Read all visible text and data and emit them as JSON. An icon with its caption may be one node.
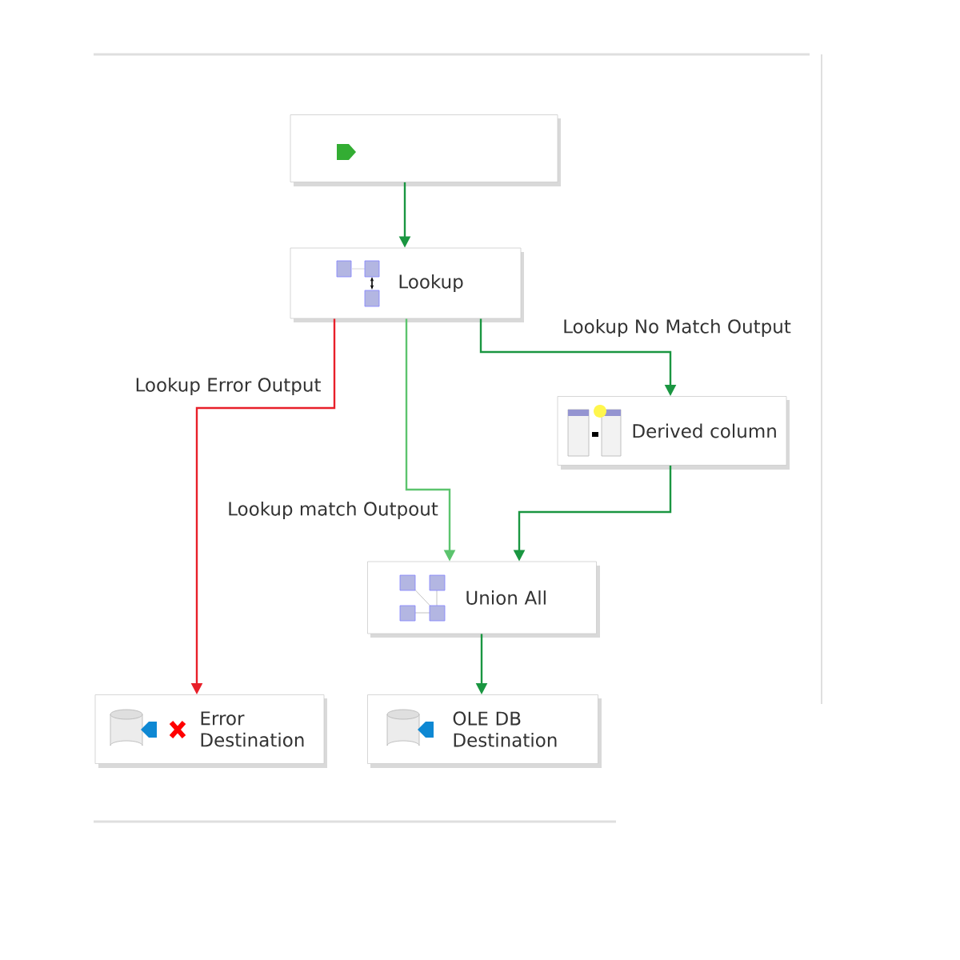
{
  "diagram": {
    "nodes": [
      {
        "text": [],
        "shape": "box"
      },
      {
        "text": [
          "Lookup"
        ]
      },
      {
        "text": [
          "Derived column"
        ]
      },
      {
        "text": [
          "Union All"
        ]
      },
      {
        "text": [
          "Error Destination"
        ]
      },
      {
        "text": [
          "OLE DB Destination"
        ]
      }
    ],
    "edges": [
      {
        "from": 0,
        "to": 1,
        "arrow": "to"
      },
      {
        "from": 1,
        "to": 4,
        "arrow": "to",
        "label": "Lookup Error Output",
        "color": "#e8202a"
      },
      {
        "from": 1,
        "to": 3,
        "arrow": "to",
        "label": "Lookup match Outpout",
        "color": "#5cc46e"
      },
      {
        "from": 1,
        "to": 2,
        "arrow": "to",
        "label": "Lookup No Match Output"
      },
      {
        "from": 2,
        "to": 3,
        "arrow": "to"
      },
      {
        "from": 3,
        "to": 5,
        "arrow": "to"
      }
    ]
  }
}
